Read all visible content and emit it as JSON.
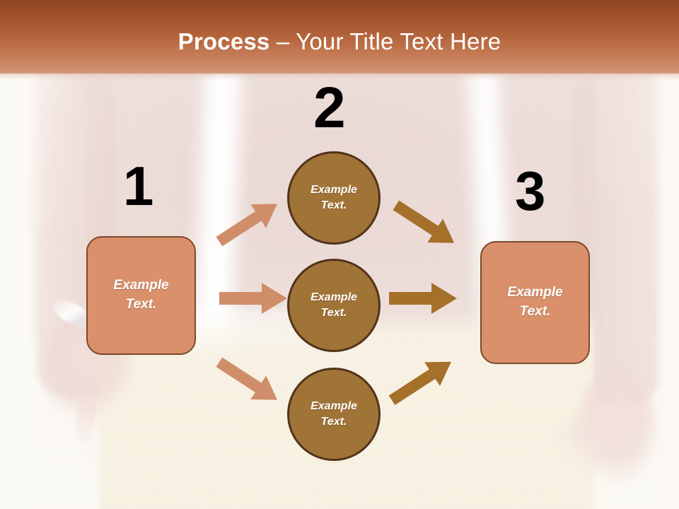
{
  "slide": {
    "title_bold": "Process",
    "title_rest": " – Your Title Text Here"
  },
  "colors": {
    "title_bar_top": "#8e4422",
    "title_bar_bottom": "#d09373",
    "box_fill": "#d9906b",
    "box_border": "#7a4a2c",
    "circle_fill": "#a07336",
    "circle_border": "#51331a",
    "arrow_light": "#d08d6a",
    "arrow_dark": "#a5702a",
    "numeral": "#000000",
    "shape_text": "#ffffff"
  },
  "steps": [
    {
      "number": "1",
      "label": "Example\nText."
    },
    {
      "number": "2",
      "label": ""
    },
    {
      "number": "3",
      "label": "Example\nText."
    }
  ],
  "middle_nodes": [
    {
      "label": "Example\nText."
    },
    {
      "label": "Example\nText."
    },
    {
      "label": "Example\nText."
    }
  ],
  "arrows": [
    {
      "name": "box1-to-circle-top",
      "direction": "up-right",
      "color": "#d08d6a"
    },
    {
      "name": "box1-to-circle-middle",
      "direction": "right",
      "color": "#d08d6a"
    },
    {
      "name": "box1-to-circle-bottom",
      "direction": "down-right",
      "color": "#d08d6a"
    },
    {
      "name": "circle-top-to-box3",
      "direction": "down-right",
      "color": "#a5702a"
    },
    {
      "name": "circle-middle-to-box3",
      "direction": "right",
      "color": "#a5702a"
    },
    {
      "name": "circle-bottom-to-box3",
      "direction": "up-right",
      "color": "#a5702a"
    }
  ]
}
